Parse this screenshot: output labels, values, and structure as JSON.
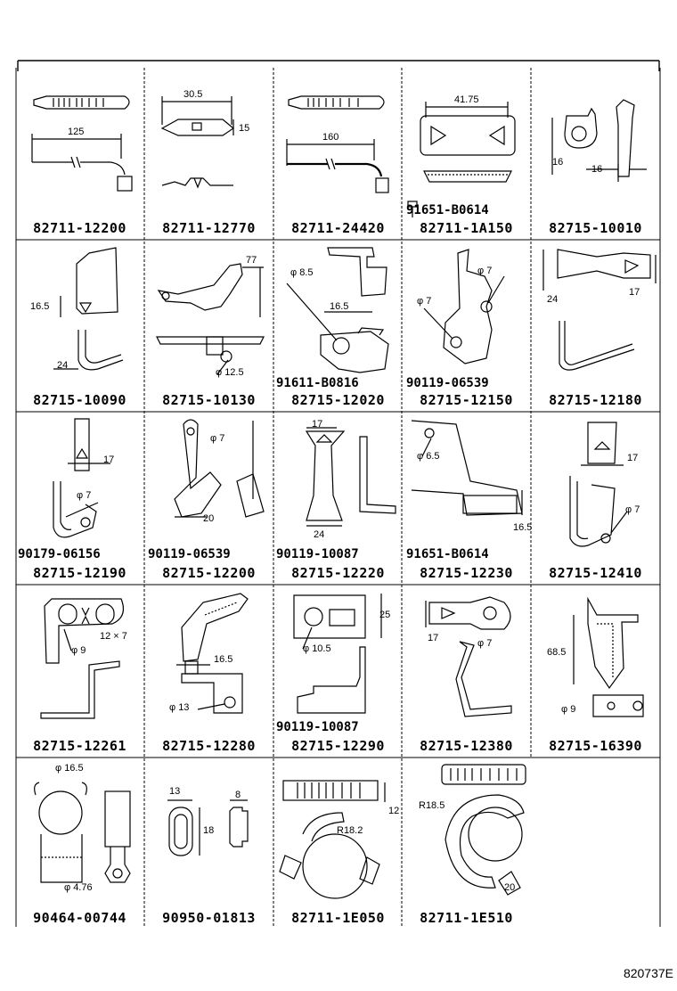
{
  "document_code": "820737E",
  "cells": [
    {
      "part": "82711-12200",
      "dims": [
        "125"
      ]
    },
    {
      "part": "82711-12770",
      "dims": [
        "30.5",
        "15"
      ]
    },
    {
      "part": "82711-24420",
      "dims": [
        "160"
      ]
    },
    {
      "part": "82711-1A150",
      "dims": [
        "41.75"
      ],
      "extra": "91651-B0614"
    },
    {
      "part": "82715-10010",
      "dims": [
        "16",
        "16"
      ]
    },
    {
      "part": "82715-10090",
      "dims": [
        "16.5",
        "24"
      ]
    },
    {
      "part": "82715-10130",
      "dims": [
        "77",
        "φ 12.5"
      ]
    },
    {
      "part": "82715-12020",
      "dims": [
        "φ 8.5",
        "16.5"
      ],
      "extra": "91611-B0816"
    },
    {
      "part": "82715-12150",
      "dims": [
        "φ 7",
        "φ 7"
      ],
      "extra": "90119-06539"
    },
    {
      "part": "82715-12180",
      "dims": [
        "24",
        "17"
      ]
    },
    {
      "part": "82715-12190",
      "dims": [
        "17",
        "φ 7"
      ],
      "extra": "90179-06156"
    },
    {
      "part": "82715-12200",
      "dims": [
        "φ 7",
        "20"
      ],
      "extra": "90119-06539"
    },
    {
      "part": "82715-12220",
      "dims": [
        "17",
        "24"
      ],
      "extra": "90119-10087"
    },
    {
      "part": "82715-12230",
      "dims": [
        "φ 6.5",
        "16.5"
      ],
      "extra": "91651-B0614"
    },
    {
      "part": "82715-12410",
      "dims": [
        "17",
        "φ 7"
      ]
    },
    {
      "part": "82715-12261",
      "dims": [
        "12 × 7",
        "φ 9"
      ]
    },
    {
      "part": "82715-12280",
      "dims": [
        "16.5",
        "φ 13"
      ]
    },
    {
      "part": "82715-12290",
      "dims": [
        "25",
        "φ 10.5"
      ],
      "extra": "90119-10087"
    },
    {
      "part": "82715-12380",
      "dims": [
        "17",
        "φ 7"
      ]
    },
    {
      "part": "82715-16390",
      "dims": [
        "68.5",
        "φ 9"
      ]
    },
    {
      "part": "90464-00744",
      "dims": [
        "φ 16.5",
        "φ 4.76"
      ]
    },
    {
      "part": "90950-01813",
      "dims": [
        "13",
        "8",
        "18"
      ]
    },
    {
      "part": "82711-1E050",
      "dims": [
        "12",
        "R18.2"
      ]
    },
    {
      "part": "82711-1E510",
      "dims": [
        "R18.5",
        "20"
      ]
    }
  ]
}
